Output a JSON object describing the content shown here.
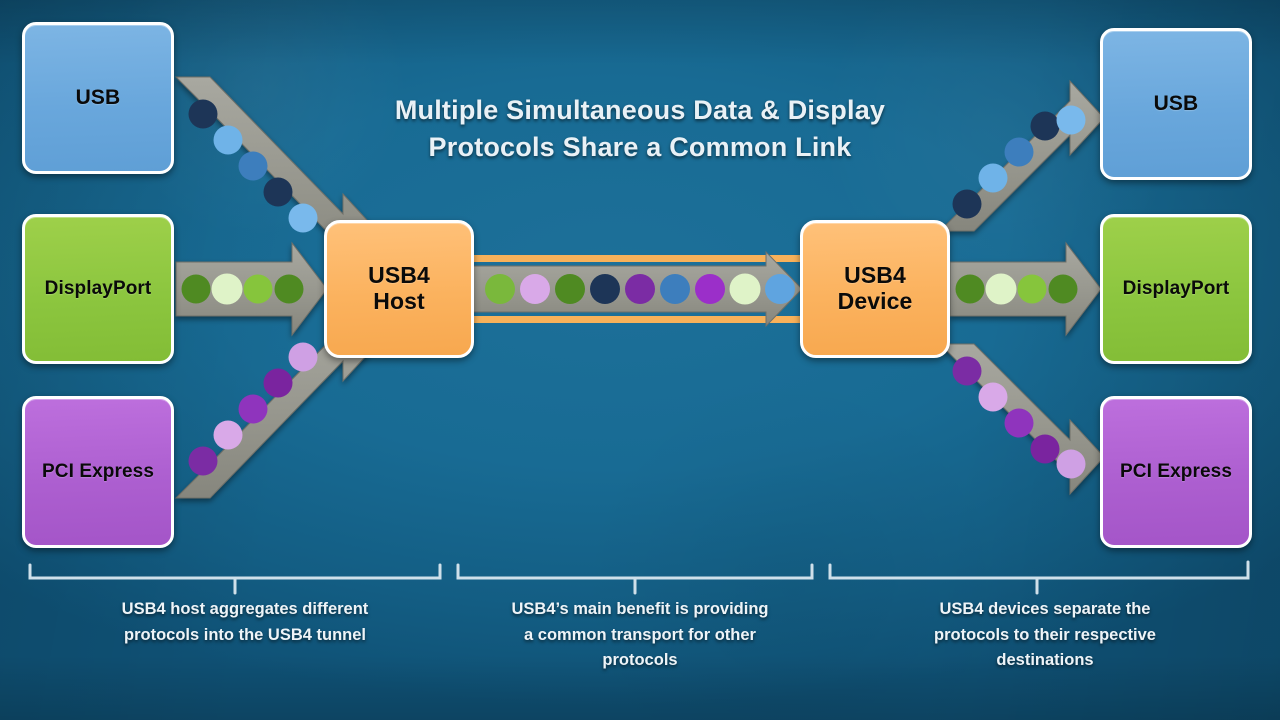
{
  "title": {
    "line1": "Multiple Simultaneous Data & Display",
    "line2": "Protocols Share a Common Link"
  },
  "colors": {
    "background": "#186b94",
    "usb": "#69a7dc",
    "displayport": "#8cc63f",
    "pcie": "#ad5fd0",
    "usb4": "#fbb25e",
    "arrow": "#9a9a92",
    "border": "#ffffff",
    "text_light": "#eef4f8",
    "text_dark": "#0a0a0a",
    "tunnel_rail": "#f7b15a",
    "bracket": "#cfe0ea"
  },
  "left_nodes": [
    {
      "label": "USB",
      "protocol": "usb"
    },
    {
      "label": "DisplayPort",
      "protocol": "displayport"
    },
    {
      "label": "PCI Express",
      "protocol": "pcie"
    }
  ],
  "right_nodes": [
    {
      "label": "USB",
      "protocol": "usb"
    },
    {
      "label": "DisplayPort",
      "protocol": "displayport"
    },
    {
      "label": "PCI Express",
      "protocol": "pcie"
    }
  ],
  "center_nodes": [
    {
      "line1": "USB4",
      "line2": "Host"
    },
    {
      "line1": "USB4",
      "line2": "Device"
    }
  ],
  "arrows": {
    "left_usb": {
      "direction": "down-right",
      "dots": [
        "#1d3557",
        "#6fb3e8",
        "#3d7ebd",
        "#1d3557",
        "#79b9ec"
      ]
    },
    "left_dp": {
      "direction": "right",
      "dots": [
        "#4f8a22",
        "#dff3c8",
        "#86c53c",
        "#4f8a22"
      ]
    },
    "left_pcie": {
      "direction": "up-right",
      "dots": [
        "#7b2ca4",
        "#d9a9e8",
        "#8f34bd",
        "#7a249f",
        "#cfa0e4"
      ]
    },
    "right_usb": {
      "direction": "up-right",
      "dots": [
        "#1d3557",
        "#6fb3e8",
        "#3d7ebd",
        "#1d3557",
        "#79b9ec"
      ]
    },
    "right_dp": {
      "direction": "right",
      "dots": [
        "#4f8a22",
        "#dff3c8",
        "#86c53c",
        "#4f8a22"
      ]
    },
    "right_pcie": {
      "direction": "down-right",
      "dots": [
        "#7b2ca4",
        "#d9a9e8",
        "#8f34bd",
        "#7a249f",
        "#cfa0e4"
      ]
    }
  },
  "tunnel": {
    "label": "usb4-tunnel",
    "dots": [
      "#7ab83c",
      "#d9a9e8",
      "#4f8a22",
      "#1d3557",
      "#7b2ca4",
      "#3d7ebd",
      "#9b2fc9",
      "#dff3c8",
      "#5fa4e0"
    ]
  },
  "captions": [
    {
      "id": "cap-left",
      "lines": [
        "USB4 host aggregates different",
        "protocols into the USB4 tunnel"
      ]
    },
    {
      "id": "cap-mid",
      "lines": [
        "USB4’s main benefit is providing",
        "a common transport for other",
        "protocols"
      ]
    },
    {
      "id": "cap-right",
      "lines": [
        "USB4 devices separate the",
        "protocols to their respective",
        "destinations"
      ]
    }
  ]
}
